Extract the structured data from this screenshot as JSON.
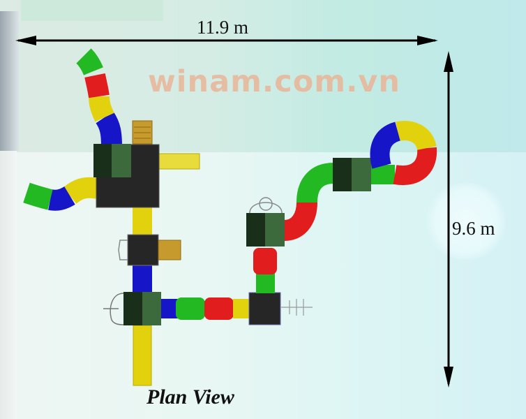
{
  "diagram": {
    "title": "Plan View",
    "watermark": "winam.com.vn",
    "dimensions": {
      "width_label": "11.9 m",
      "height_label": "9.6 m"
    },
    "colors": {
      "tube_green": "#22b922",
      "tube_red": "#e11d1d",
      "tube_yellow": "#e2d20e",
      "tube_blue": "#1616c8",
      "platform_dark": "#232323",
      "roof_green": "#3d6a3d",
      "deck_orange": "#c79a2e",
      "watermark": "#e8b89c"
    },
    "components": [
      {
        "type": "tower",
        "label": "main-tower-large"
      },
      {
        "type": "tower",
        "label": "tower-middle-left"
      },
      {
        "type": "tower",
        "label": "tower-bottom-left"
      },
      {
        "type": "tower",
        "label": "tower-bottom-center"
      },
      {
        "type": "tower",
        "label": "tower-center"
      },
      {
        "type": "tower",
        "label": "tower-top-right"
      },
      {
        "type": "tube-slide",
        "label": "spiral-tube-top-left"
      },
      {
        "type": "tube-slide",
        "label": "curved-tube-left"
      },
      {
        "type": "tube-slide",
        "label": "spiral-tube-right"
      },
      {
        "type": "slide",
        "label": "straight-slide-bottom"
      },
      {
        "type": "slide",
        "label": "straight-slide-right"
      }
    ]
  }
}
